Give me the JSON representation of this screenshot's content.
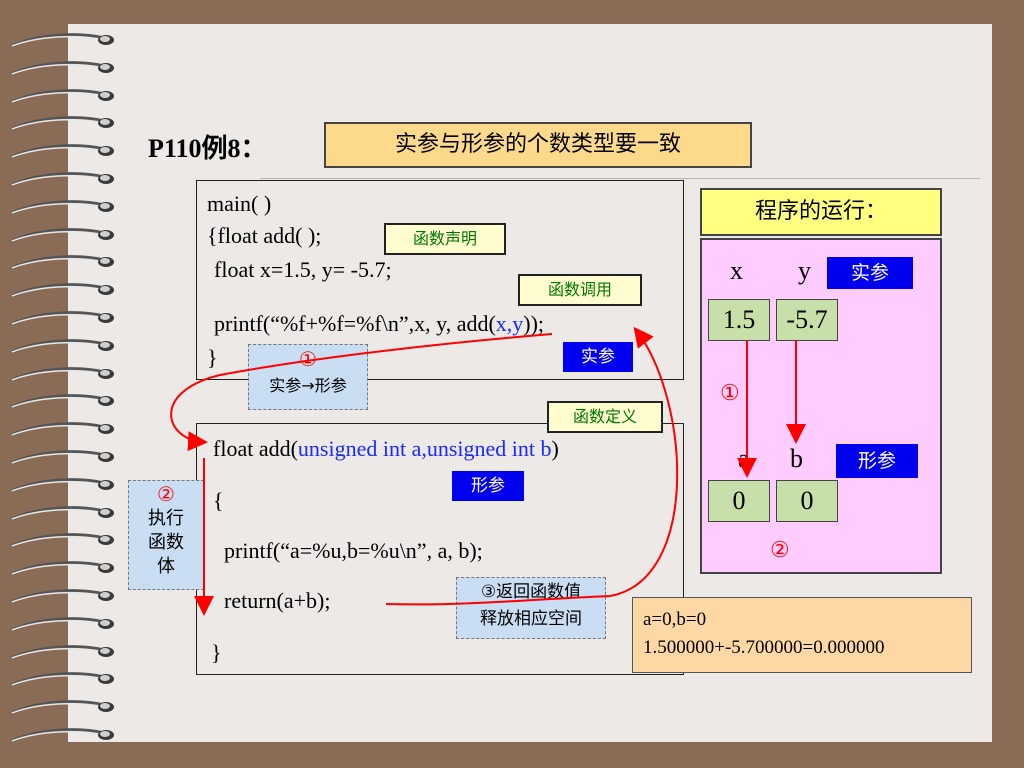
{
  "title": "P110例8：",
  "banner": "实参与形参的个数类型要一致",
  "box1": {
    "line1": "main( )",
    "line2": "{float add( );",
    "line3": "  float x=1.5, y= -5.7;",
    "line4_prefix": "  printf(“%f+%f=%f\\n”,x, y, add(",
    "line4_args": "x,y",
    "line4_suffix": "));",
    "line5": "}"
  },
  "box2": {
    "line1_prefix": "float add(",
    "line1_params": "unsigned int a,unsigned int b",
    "line1_suffix": ")",
    "line2": "{",
    "line3": "  printf(“a=%u,b=%u\\n”, a, b);",
    "line4": "  return(a+b);",
    "line5": "}"
  },
  "tags": {
    "decl": "函数声明",
    "call": "函数调用",
    "actual1": "实参",
    "def": "函数定义",
    "formal1": "形参",
    "actual2": "实参",
    "formal2": "形参"
  },
  "notes": {
    "step1_num": "①",
    "step1_text": "实参→形参",
    "step2_num": "②",
    "step2_text": [
      "执行",
      "函数",
      "体"
    ],
    "step3": [
      "③返回函数值",
      "释放相应空间"
    ]
  },
  "runtime": {
    "label": "程序的运行：",
    "var_x": "x",
    "var_y": "y",
    "val_x": "1.5",
    "val_y": "-5.7",
    "marker1": "①",
    "var_a": "a",
    "var_b": "b",
    "val_a": "0",
    "val_b": "0",
    "marker2": "②"
  },
  "output": [
    "a=0,b=0",
    "1.500000+-5.700000=0.000000"
  ],
  "colors": {
    "accent_red": "#ff0000",
    "tag_blue": "#0000ee",
    "code_blue": "#1a2aff",
    "pink": "#ffccff"
  }
}
